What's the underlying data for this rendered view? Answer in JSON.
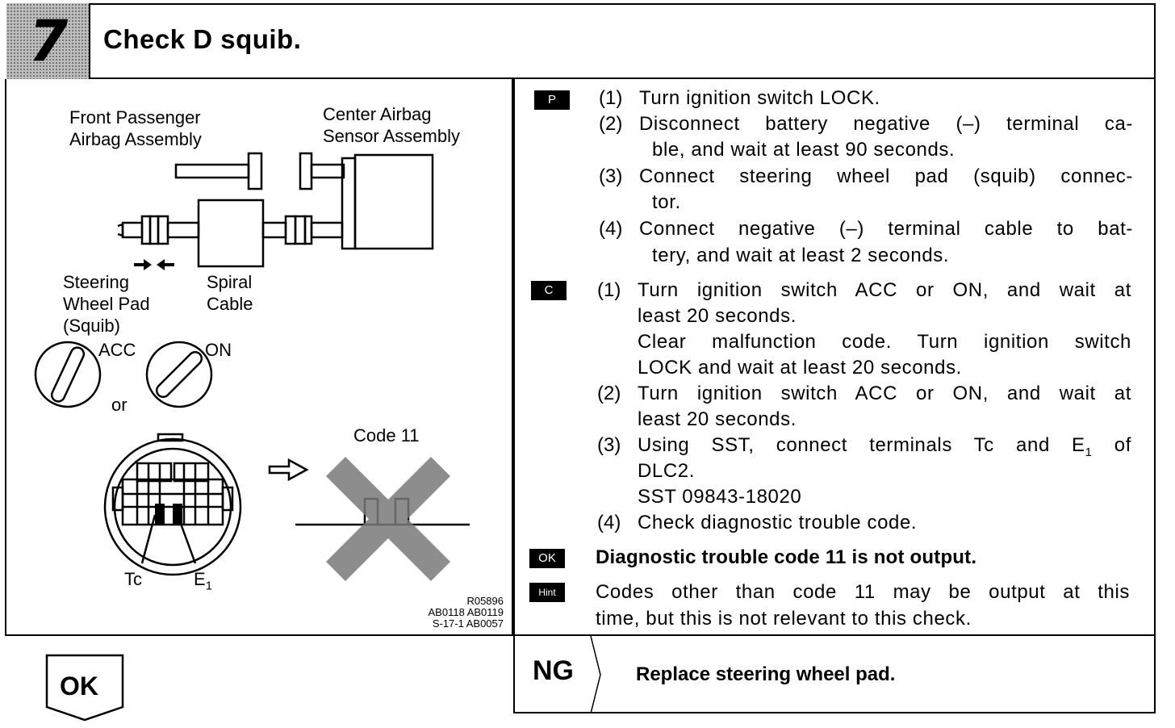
{
  "header": {
    "step": "7",
    "title": "Check D squib."
  },
  "figure": {
    "label_front_passenger": [
      "Front Passenger",
      "Airbag Assembly"
    ],
    "label_center_airbag": [
      "Center Airbag",
      "Sensor Assembly"
    ],
    "label_steering": [
      "Steering",
      "Wheel Pad",
      "(Squib)"
    ],
    "label_spiral": [
      "Spiral",
      "Cable"
    ],
    "label_acc": "ACC",
    "label_on": "ON",
    "label_or": "or",
    "label_code": "Code 11",
    "label_tc": "Tc",
    "label_e1": "E",
    "label_e1_sub": "1",
    "refs": [
      "R05896",
      "AB0118 AB0119",
      "S-17-1 AB0057"
    ]
  },
  "procedure": {
    "prepare_tag": "P",
    "prepare_steps": [
      {
        "num": "(1)",
        "lines": [
          "Turn ignition switch LOCK."
        ]
      },
      {
        "num": "(2)",
        "lines": [
          "Disconnect battery negative (–) terminal ca-",
          "ble, and wait at least 90 seconds."
        ]
      },
      {
        "num": "(3)",
        "lines": [
          "Connect steering wheel pad (squib) connec-",
          "tor."
        ]
      },
      {
        "num": "(4)",
        "lines": [
          "Connect negative (–) terminal cable to bat-",
          "tery, and wait at least 2 seconds."
        ]
      }
    ],
    "check_tag": "C",
    "check_steps": [
      {
        "num": "(1)",
        "lines": [
          "Turn ignition switch ACC or ON, and wait at",
          "least 20 seconds.",
          "Clear malfunction code. Turn ignition switch",
          "LOCK and wait at least 20 seconds."
        ]
      },
      {
        "num": "(2)",
        "lines": [
          "Turn ignition switch ACC or ON, and wait at",
          "least 20 seconds."
        ]
      },
      {
        "num": "(3)",
        "lines": [
          "Using SST, connect terminals Tc and E",
          "DLC2.",
          "SST  09843-18020"
        ],
        "sub": "1",
        "line_suffix": " of"
      },
      {
        "num": "(4)",
        "lines": [
          "Check diagnostic trouble code."
        ]
      }
    ],
    "ok_tag": "OK",
    "ok_text": "Diagnostic trouble code 11 is not output.",
    "hint_tag": "Hint",
    "hint_lines": [
      "Codes other than code 11 may be output at this",
      "time, but this is not relevant to this check."
    ]
  },
  "result": {
    "ng_label": "NG",
    "ng_text": "Replace steering wheel pad.",
    "ok_label": "OK"
  }
}
